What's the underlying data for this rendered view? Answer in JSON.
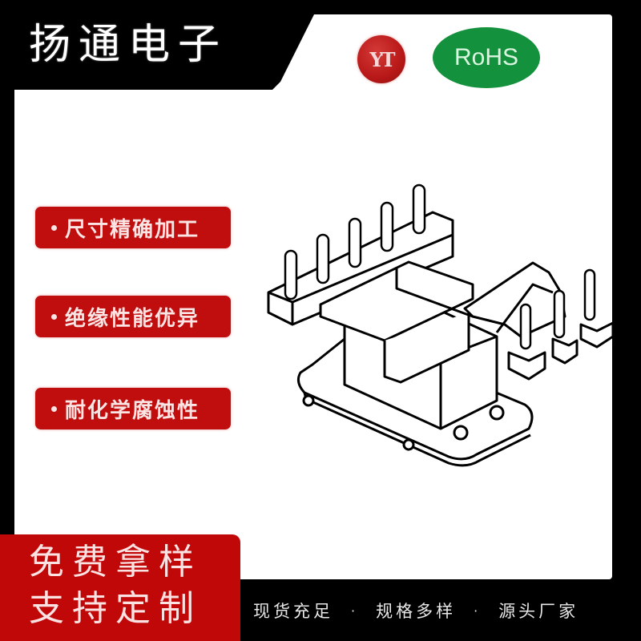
{
  "header": {
    "brand_title": "扬通电子",
    "logo_text": "YT",
    "certification": "RoHS"
  },
  "features": [
    {
      "label": "尺寸精确加工"
    },
    {
      "label": "绝缘性能优异"
    },
    {
      "label": "耐化学腐蚀性"
    }
  ],
  "product": {
    "image_alt": "transformer-bobbin-line-drawing",
    "pins_back_row": 5,
    "pins_front_row": 3
  },
  "cta": {
    "line1": "免费拿样",
    "line2": "支持定制"
  },
  "footer": {
    "tags": [
      "现货充足",
      "规格多样",
      "源头厂家"
    ],
    "separator": "·"
  },
  "colors": {
    "frame": "#000000",
    "panel": "#ffffff",
    "accent_red": "#c00d0d",
    "rohs_green": "#14913d",
    "logo_red": "#b81818"
  }
}
